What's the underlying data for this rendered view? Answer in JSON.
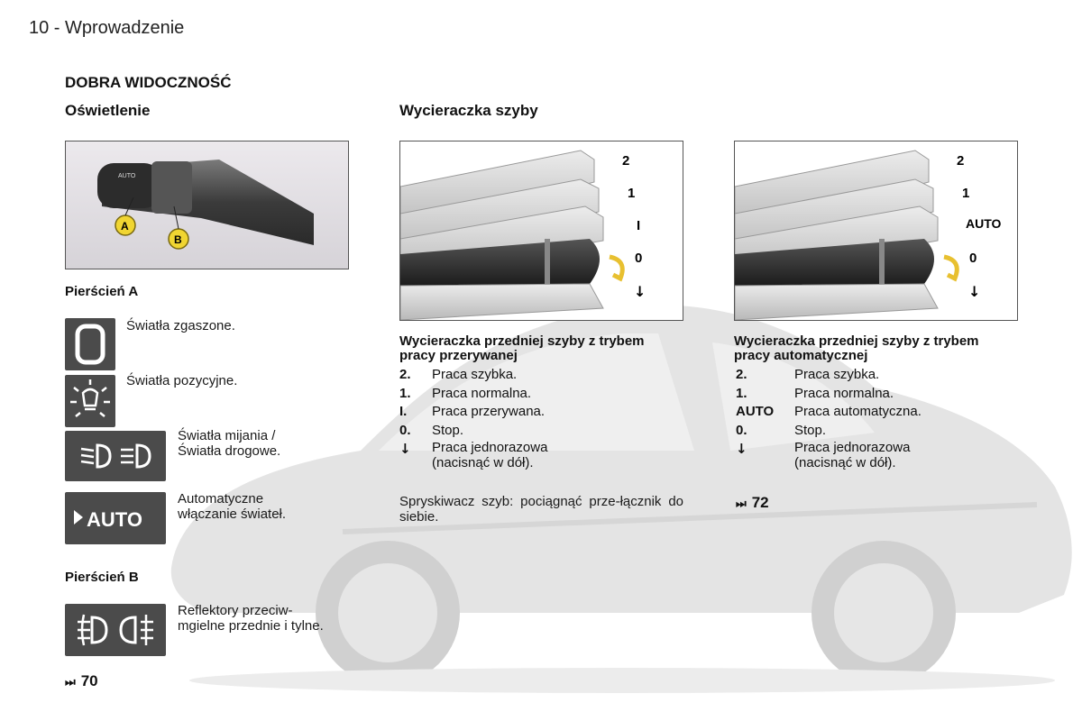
{
  "header": {
    "page_title": "10 - Wprowadzenie"
  },
  "section": {
    "title": "DOBRA WIDOCZNOŚĆ"
  },
  "lighting": {
    "title": "Oświetlenie",
    "figure": {
      "label_a": "A",
      "label_b": "B",
      "auto": "AUTO"
    },
    "ring_a": {
      "title": "Pierścień A",
      "items": [
        {
          "icon": "lights-off-icon",
          "text": "Światła zgaszone."
        },
        {
          "icon": "position-lights-icon",
          "text": "Światła pozycyjne."
        },
        {
          "icon": "dipped-main-beam-icon",
          "text": "Światła mijania / Światła drogowe."
        },
        {
          "icon": "auto-lights-icon",
          "icon_text": "AUTO",
          "text": "Automatyczne włączanie świateł."
        }
      ]
    },
    "ring_b": {
      "title": "Pierścień B",
      "items": [
        {
          "icon": "fog-lights-icon",
          "text": "Reflektory przeciw-mgielne przednie i tylne."
        }
      ]
    },
    "reference": "70"
  },
  "wipers": {
    "title": "Wycieraczka szyby",
    "figure1": {
      "positions": [
        "2",
        "1",
        "I",
        "0",
        "↓"
      ]
    },
    "figure2": {
      "positions": [
        "2",
        "1",
        "AUTO",
        "0",
        "↓"
      ]
    },
    "col1": {
      "heading": "Wycieraczka przedniej szyby z trybem pracy przerywanej",
      "items": [
        {
          "key": "2.",
          "text": "Praca szybka."
        },
        {
          "key": "1.",
          "text": "Praca normalna."
        },
        {
          "key": "I.",
          "text": "Praca przerywana."
        },
        {
          "key": "0.",
          "text": "Stop."
        },
        {
          "key": "↓",
          "text": "Praca jednorazowa (nacisnąć w dół)."
        }
      ],
      "washer": "Spryskiwacz szyb: pociągnąć prze-łącznik do siebie."
    },
    "col2": {
      "heading": "Wycieraczka przedniej szyby z trybem pracy automatycznej",
      "items": [
        {
          "key": "2.",
          "text": "Praca szybka."
        },
        {
          "key": "1.",
          "text": "Praca normalna."
        },
        {
          "key": "AUTO",
          "text": "Praca automatyczna."
        },
        {
          "key": "0.",
          "text": "Stop."
        },
        {
          "key": "↓",
          "text": "Praca jednorazowa (nacisnąć w dół)."
        }
      ],
      "reference": "72"
    }
  }
}
